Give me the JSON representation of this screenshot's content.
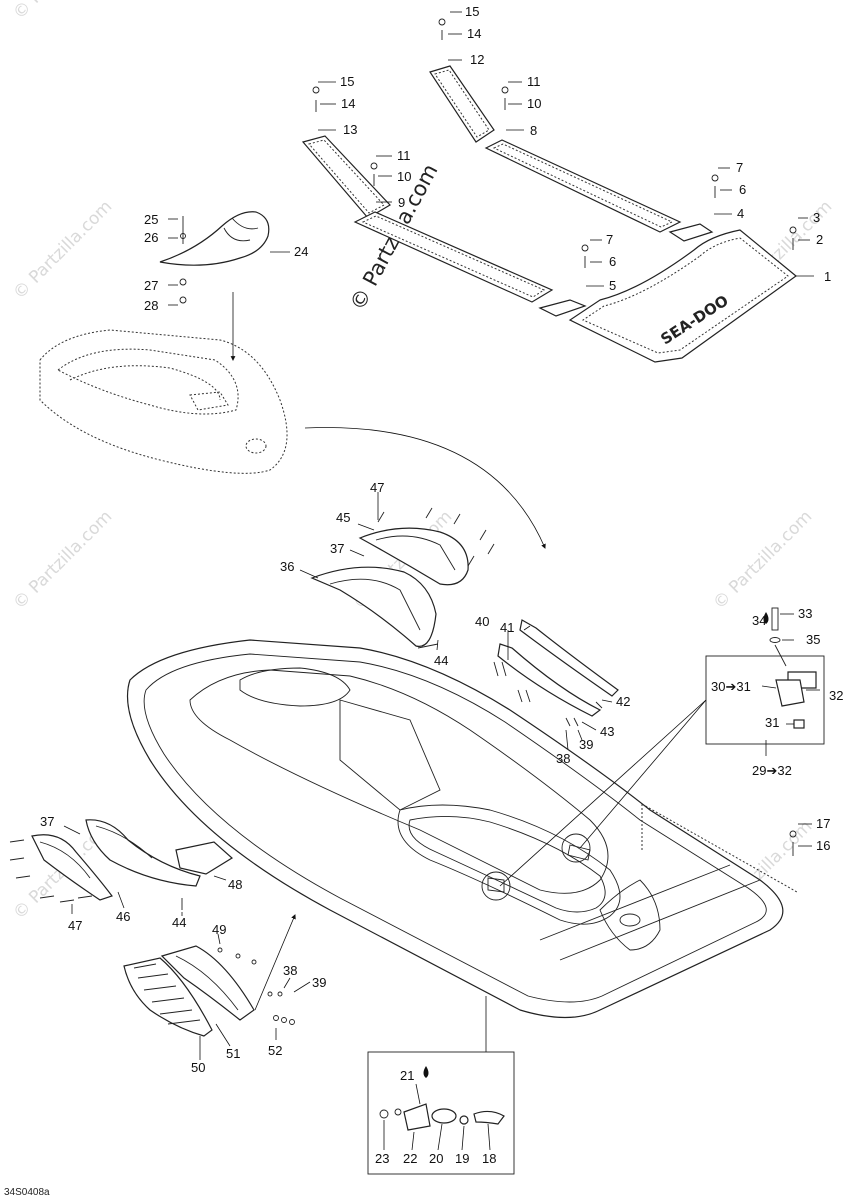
{
  "watermark": {
    "main": "© Partzilla.com",
    "repeat": "© Partzilla.com"
  },
  "figure_id": "34S0408a",
  "mat_logo": "SEA-DOO",
  "labels": {
    "1": "1",
    "2": "2",
    "3": "3",
    "4": "4",
    "5": "5",
    "6a": "6",
    "6b": "6",
    "7a": "7",
    "7b": "7",
    "8": "8",
    "9": "9",
    "10a": "10",
    "10b": "10",
    "11a": "11",
    "11b": "11",
    "12": "12",
    "13": "13",
    "14a": "14",
    "14b": "14",
    "15a": "15",
    "15b": "15",
    "16": "16",
    "17": "17",
    "18": "18",
    "19": "19",
    "20": "20",
    "21": "21",
    "22": "22",
    "23": "23",
    "24": "24",
    "25": "25",
    "26": "26",
    "27": "27",
    "28": "28",
    "29": "29➔32",
    "30": "30➔31",
    "31a": "31",
    "31b": "31",
    "32": "32",
    "33": "33",
    "34": "34",
    "35": "35",
    "36": "36",
    "37a": "37",
    "37b": "37",
    "38a": "38",
    "38b": "38",
    "39a": "39",
    "39b": "39",
    "40": "40",
    "41": "41",
    "42": "42",
    "43": "43",
    "44a": "44",
    "44b": "44",
    "45": "45",
    "46": "46",
    "47a": "47",
    "47b": "47",
    "48": "48",
    "49": "49",
    "50": "50",
    "51": "51",
    "52": "52"
  }
}
